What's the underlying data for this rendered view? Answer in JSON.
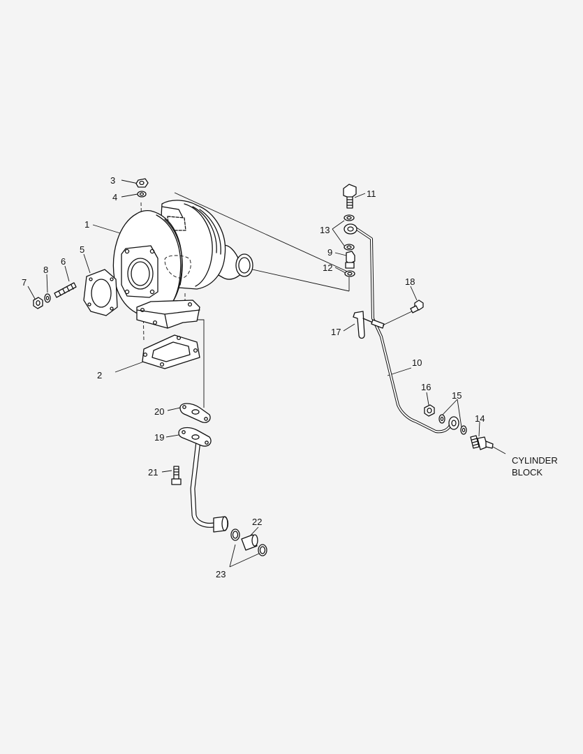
{
  "callouts": {
    "c1": "1",
    "c2": "2",
    "c3": "3",
    "c4": "4",
    "c5": "5",
    "c6": "6",
    "c7": "7",
    "c8": "8",
    "c9": "9",
    "c10": "10",
    "c11": "11",
    "c12": "12",
    "c13": "13",
    "c14": "14",
    "c15": "15",
    "c16": "16",
    "c17": "17",
    "c18": "18",
    "c19": "19",
    "c20": "20",
    "c21": "21",
    "c22": "22",
    "c23": "23"
  },
  "note": {
    "line1": "CYLINDER",
    "line2": "BLOCK"
  }
}
